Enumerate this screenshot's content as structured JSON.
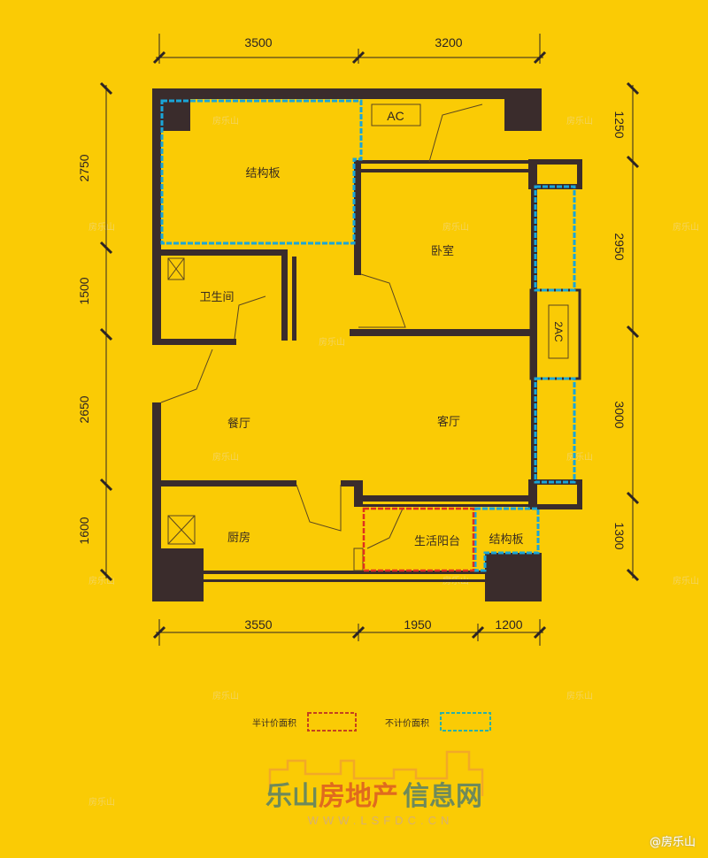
{
  "dimensions": {
    "top": [
      "3500",
      "3200"
    ],
    "bottom": [
      "3550",
      "1950",
      "1200"
    ],
    "left": [
      "2750",
      "1500",
      "2650",
      "1600"
    ],
    "right": [
      "1250",
      "2950",
      "3000",
      "1300"
    ]
  },
  "rooms": {
    "structural_board_top": "结构板",
    "bedroom": "卧室",
    "bathroom": "卫生间",
    "dining": "餐厅",
    "living": "客厅",
    "kitchen": "厨房",
    "balcony": "生活阳台",
    "structural_board_bottom": "结构板",
    "ac_top": "AC",
    "ac_right": "2AC"
  },
  "legend": {
    "half_area": {
      "label": "半计价面积",
      "color": "#e0301e"
    },
    "excluded_area": {
      "label": "不计价面积",
      "color": "#1aa6d8"
    }
  },
  "logo": {
    "name_part1": "乐山",
    "name_part2": "房地产",
    "name_part3": "信息网",
    "url": "WWW.LSFDC.CN"
  },
  "watermark": "房乐山",
  "credit": "@房乐山",
  "colors": {
    "background": "#FACB05",
    "wall": "#3a2c2c"
  }
}
